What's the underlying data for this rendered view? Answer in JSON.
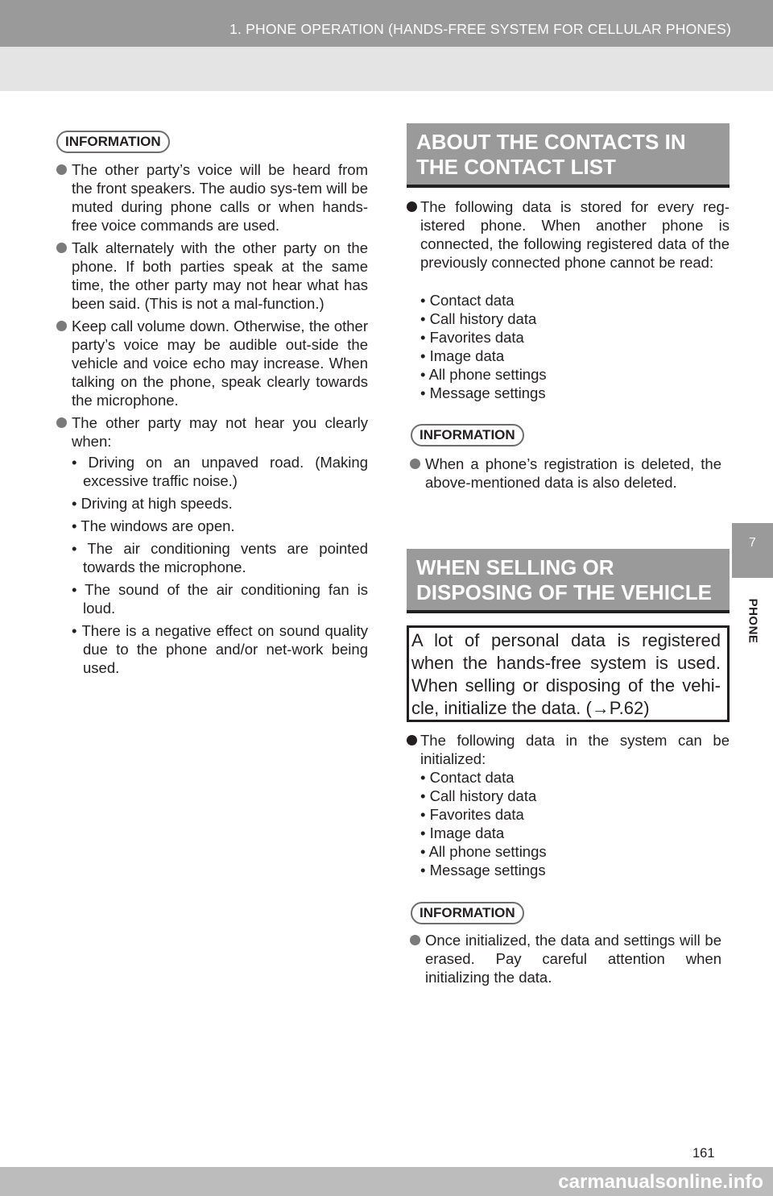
{
  "header": {
    "title": "1. PHONE OPERATION (HANDS-FREE SYSTEM FOR CELLULAR PHONES)"
  },
  "side_tab": {
    "number": "7",
    "label": "PHONE"
  },
  "left_column": {
    "badge": "INFORMATION",
    "bullets": [
      "The other party’s voice will be heard from the front speakers. The audio sys-tem will be muted during phone calls or when hands-free voice commands are used.",
      "Talk alternately with the other party on the phone. If both parties speak at the same time, the other party may not hear what has been said. (This is not a mal-function.)",
      "Keep call volume down. Otherwise, the other party’s voice may be audible out-side the vehicle and voice echo may increase. When talking on the phone, speak clearly towards the microphone.",
      "The other party may not hear you clearly when:"
    ],
    "sub_items": [
      "• Driving on an unpaved road. (Making excessive traffic noise.)",
      "• Driving at high speeds.",
      "• The windows are open.",
      "• The air conditioning vents are pointed towards the microphone.",
      "• The sound of the air conditioning fan is loud.",
      "• There is a negative effect on sound quality due to the phone and/or net-work being used."
    ]
  },
  "section_contacts": {
    "title": "ABOUT THE CONTACTS IN THE CONTACT LIST",
    "text": "The following data is stored for every reg-istered phone. When another phone is connected, the following registered data of the previously connected phone cannot be read:",
    "items": [
      "• Contact data",
      "• Call history data",
      "• Favorites data",
      "• Image data",
      "• All phone settings",
      "• Message settings"
    ],
    "info_badge": "INFORMATION",
    "info_text": "When a phone’s registration is deleted, the above-mentioned data is also deleted."
  },
  "section_selling": {
    "title": "WHEN SELLING OR DISPOSING OF THE VEHICLE",
    "box_text": "A lot of personal data is registered when the hands-free system is used. When selling or disposing of the vehi-cle, initialize the data. (→P.62)",
    "text": "The following data in the system can be initialized:",
    "items": [
      "• Contact data",
      "• Call history data",
      "• Favorites data",
      "• Image data",
      "• All phone settings",
      "• Message settings"
    ],
    "info_badge": "INFORMATION",
    "info_text": "Once initialized, the data and settings will be erased. Pay careful attention when initializing the data."
  },
  "page_number": "161",
  "watermark": "carmanualsonline.info"
}
